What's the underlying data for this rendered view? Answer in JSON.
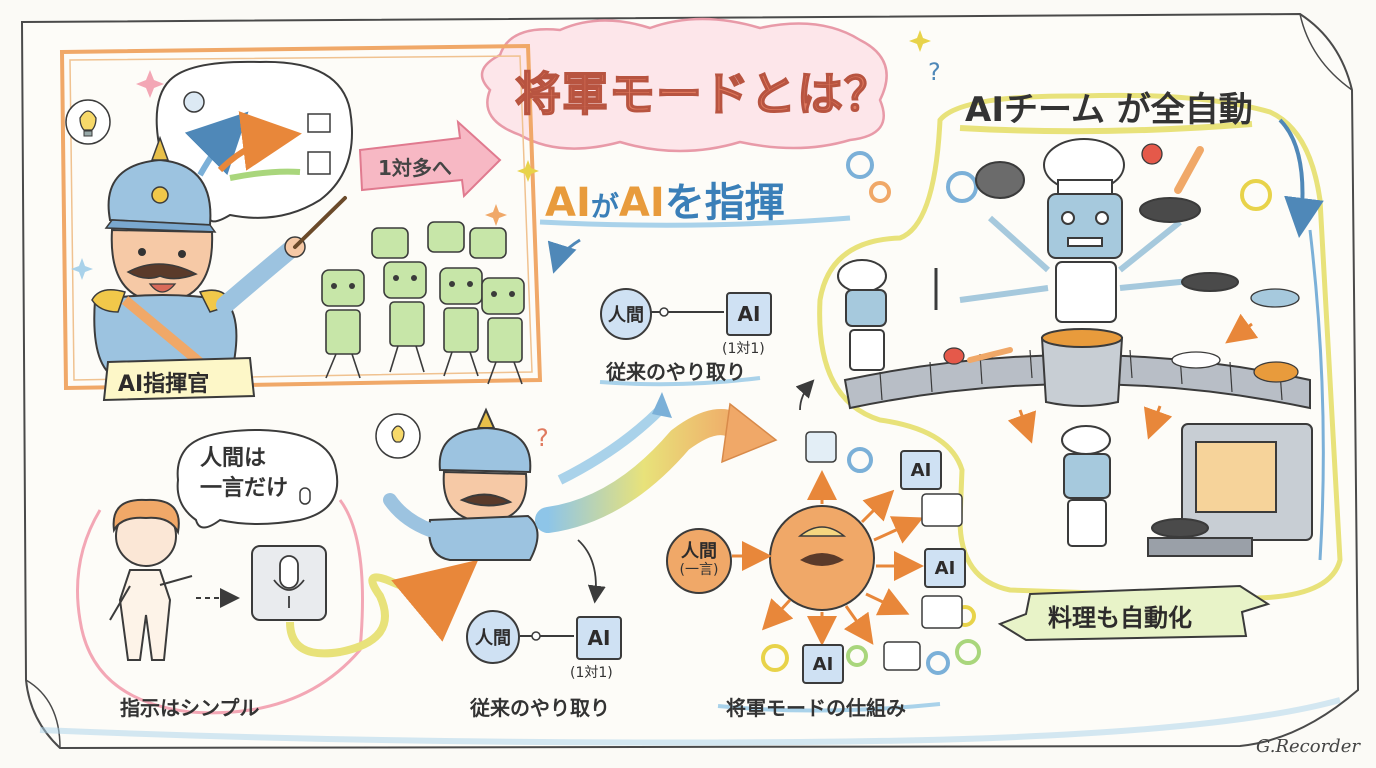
{
  "title": "将軍モードとは？",
  "subtitle": {
    "part1": "AI",
    "part2": "が",
    "part3": "AI",
    "part4": "を指揮"
  },
  "commander_panel": {
    "badge": "AI指揮官",
    "arrow_label": "1対多へ"
  },
  "team_panel": {
    "title": "AIチーム が全自動",
    "banner": "料理も自動化"
  },
  "human_panel": {
    "bubble_line1": "人間は",
    "bubble_line2": "一言だけ",
    "caption": "指示はシンプル"
  },
  "traditional_top": {
    "human": "人間",
    "ai": "AI",
    "ratio": "(1対1)",
    "caption": "従来のやり取り"
  },
  "traditional_bottom": {
    "human": "人間",
    "ai": "AI",
    "ratio": "(1対1)",
    "caption": "従来のやり取り"
  },
  "mechanism": {
    "human": "人間",
    "human_sub": "(一言)",
    "ai_labels": [
      "AI",
      "AI",
      "AI"
    ],
    "caption": "将軍モードの仕組み"
  },
  "signature": "G.Recorder",
  "colors": {
    "orange": "#f0a868",
    "blue": "#7bb0d8",
    "pink": "#f3a7b5",
    "yellow": "#e8e27a",
    "green": "#a9d67c"
  }
}
